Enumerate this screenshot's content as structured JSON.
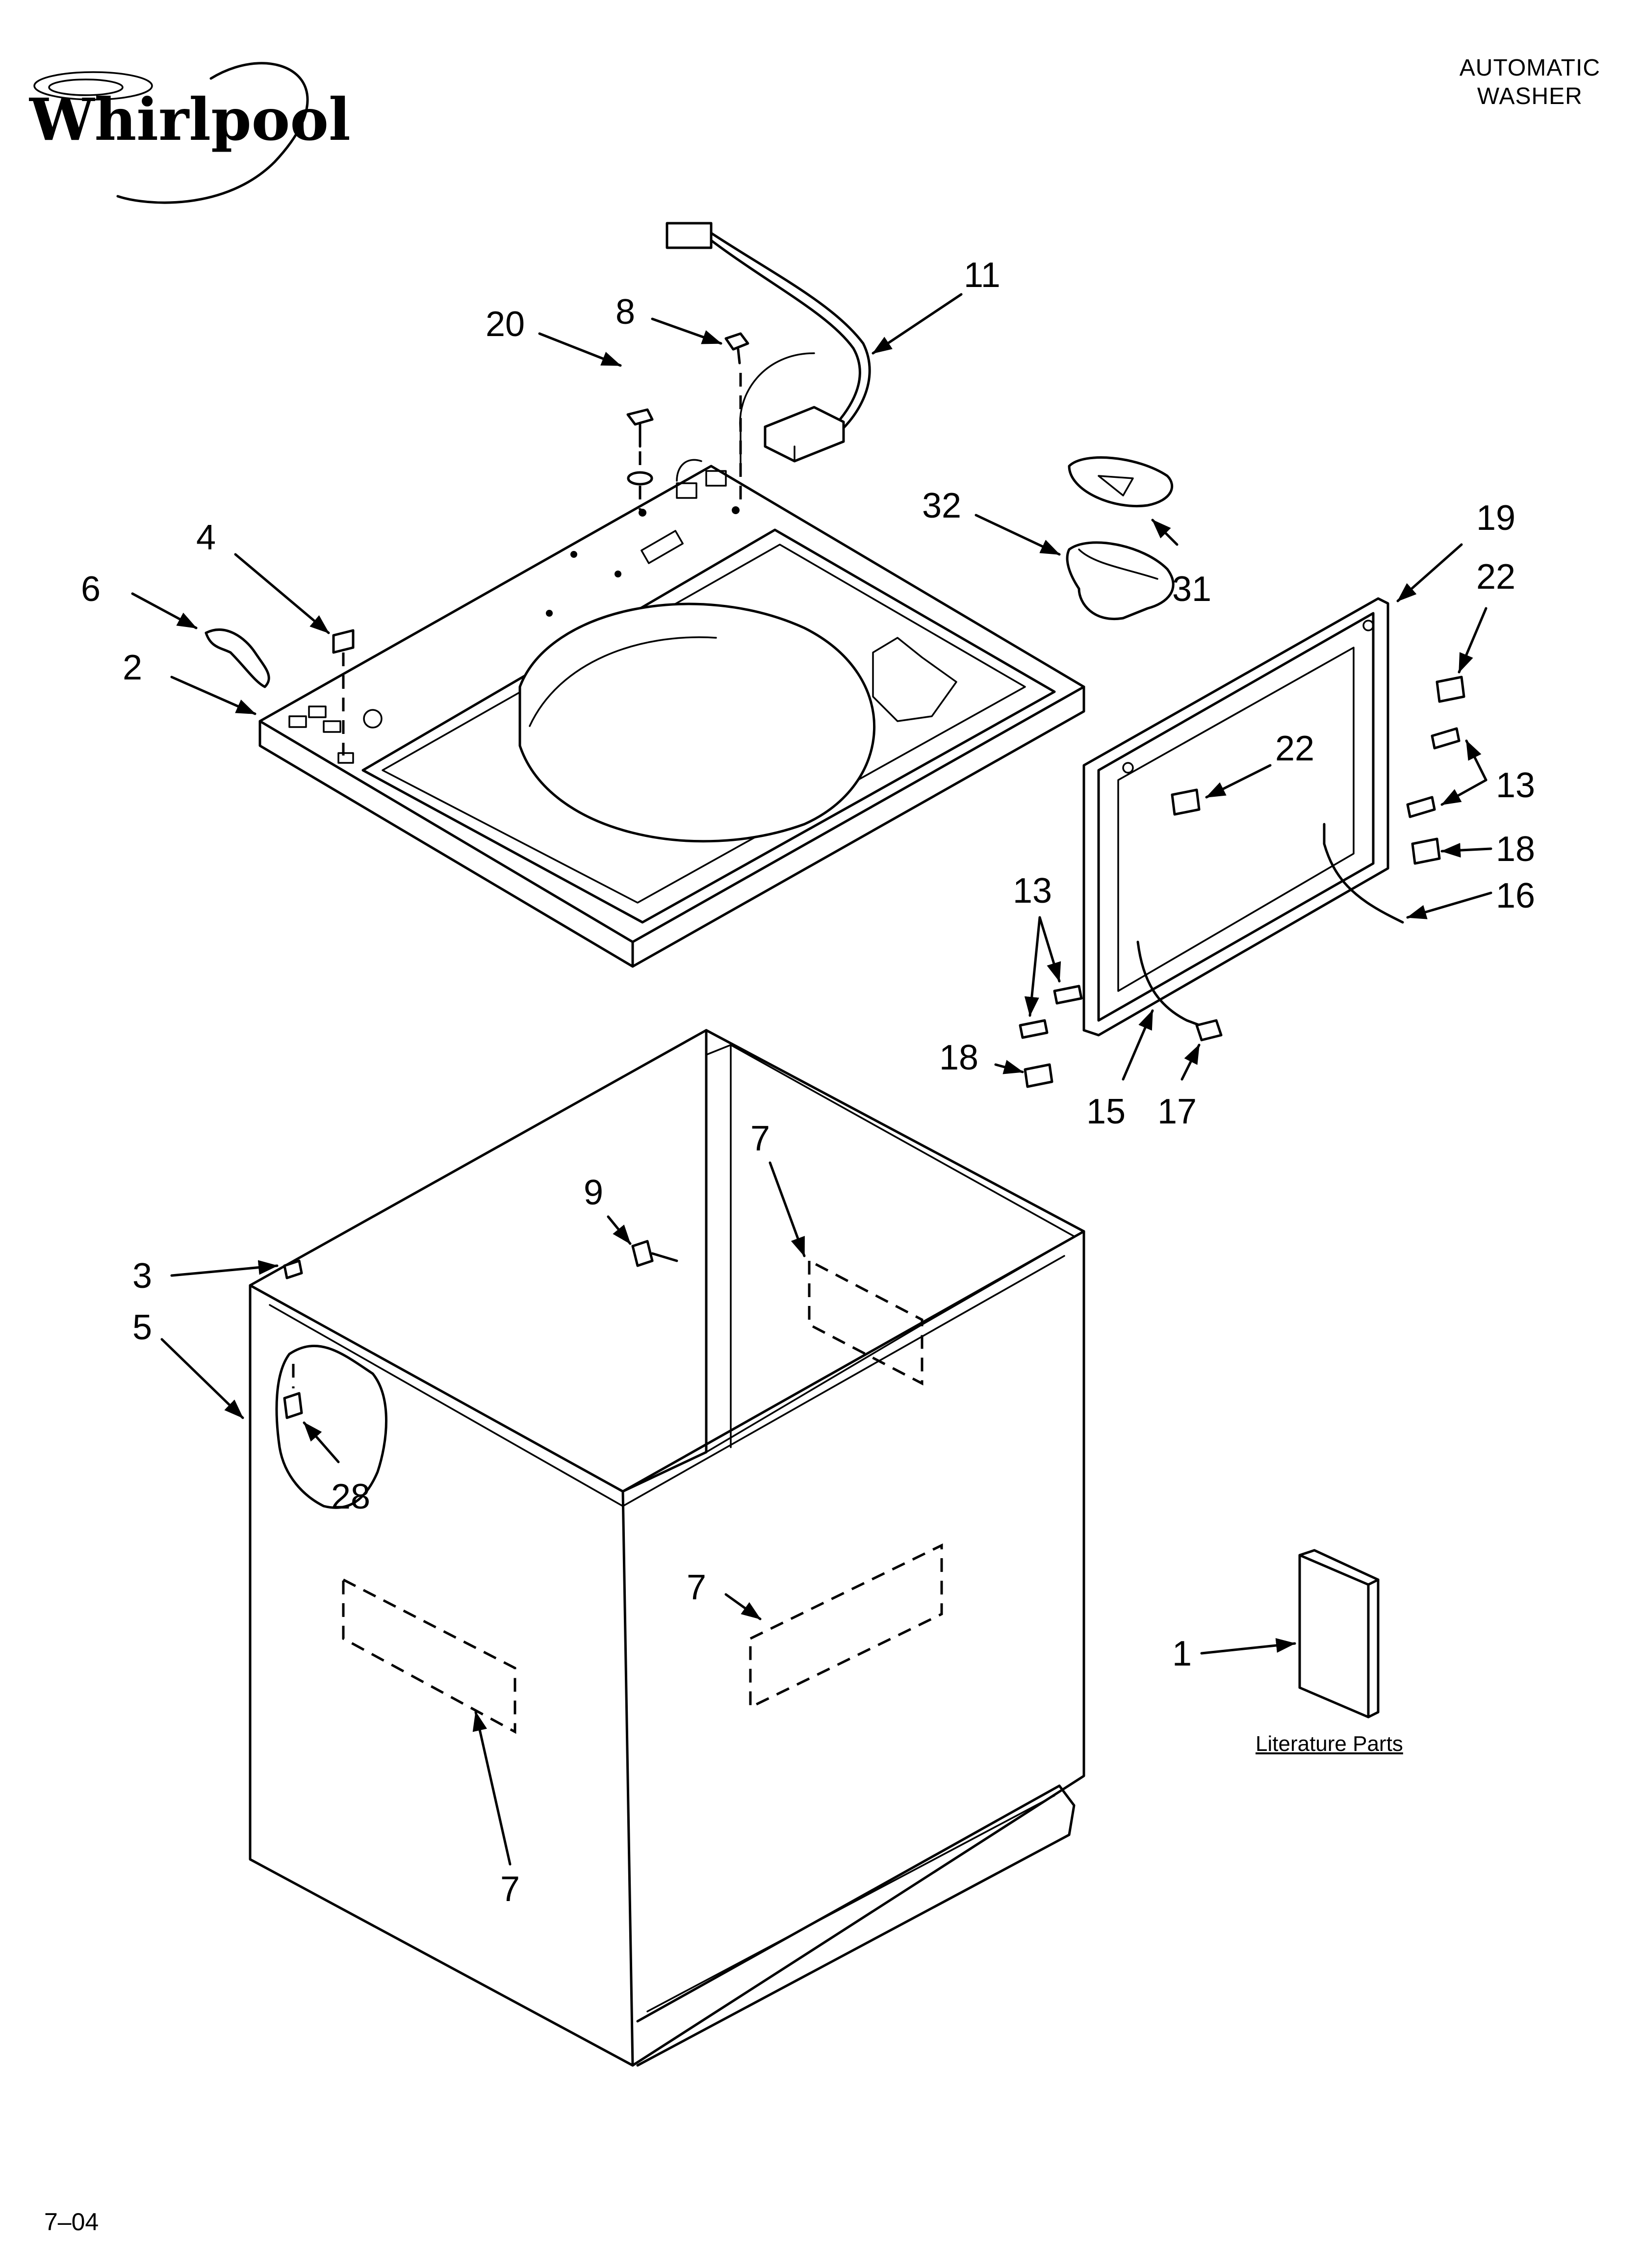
{
  "brand": {
    "logo_text": "Whirlpool"
  },
  "header": {
    "line1": "AUTOMATIC",
    "line2": "WASHER"
  },
  "literature_caption": "Literature Parts",
  "footer": {
    "code": "7–04"
  },
  "callouts": {
    "c1": "1",
    "c2": "2",
    "c3": "3",
    "c4": "4",
    "c5": "5",
    "c6": "6",
    "c7a": "7",
    "c7b": "7",
    "c7c": "7",
    "c8": "8",
    "c9": "9",
    "c11": "11",
    "c13a": "13",
    "c13b": "13",
    "c15": "15",
    "c16": "16",
    "c17": "17",
    "c18a": "18",
    "c18b": "18",
    "c19": "19",
    "c20": "20",
    "c22a": "22",
    "c22b": "22",
    "c28": "28",
    "c31": "31",
    "c32": "32"
  }
}
